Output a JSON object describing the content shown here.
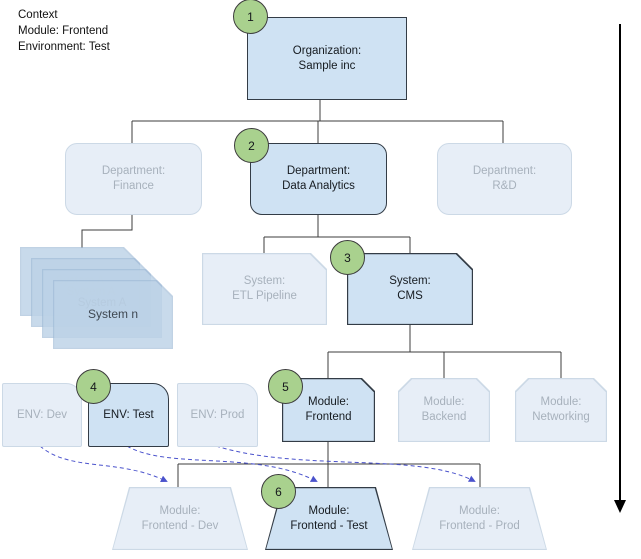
{
  "context": {
    "title": "Context",
    "module": "Module: Frontend",
    "environment": "Environment: Test"
  },
  "nodes": {
    "org": {
      "badge": "1",
      "line1": "Organization:",
      "line2": "Sample inc"
    },
    "dept_finance": {
      "line1": "Department:",
      "line2": "Finance"
    },
    "dept_data_analytics": {
      "badge": "2",
      "line1": "Department:",
      "line2": "Data Analytics"
    },
    "dept_rnd": {
      "line1": "Department:",
      "line2": "R&D"
    },
    "sys_stack": {
      "items": [
        "System A",
        "System A",
        "System A",
        "System n"
      ]
    },
    "sys_etl": {
      "line1": "System:",
      "line2": "ETL Pipeline"
    },
    "sys_cms": {
      "badge": "3",
      "line1": "System:",
      "line2": "CMS"
    },
    "env_dev": {
      "label": "ENV: Dev"
    },
    "env_test": {
      "badge": "4",
      "label": "ENV: Test"
    },
    "env_prod": {
      "label": "ENV: Prod"
    },
    "mod_frontend": {
      "badge": "5",
      "line1": "Module:",
      "line2": "Frontend"
    },
    "mod_backend": {
      "line1": "Module:",
      "line2": "Backend"
    },
    "mod_networking": {
      "line1": "Module:",
      "line2": "Networking"
    },
    "mod_frontend_dev": {
      "line1": "Module:",
      "line2": "Frontend - Dev"
    },
    "mod_frontend_test": {
      "badge": "6",
      "line1": "Module:",
      "line2": "Frontend - Test"
    },
    "mod_frontend_prod": {
      "line1": "Module:",
      "line2": "Frontend - Prod"
    }
  },
  "colors": {
    "active_fill": "#cfe2f3",
    "active_border": "#333c46",
    "faded_fill": "#e7eef7",
    "faded_border": "#ccd9e6",
    "faded_text": "#a7b1bc",
    "badge_green": "#a9d18e",
    "mapping_dash_blue": "#4a52cc",
    "connector_gray": "#3c3c3c"
  }
}
